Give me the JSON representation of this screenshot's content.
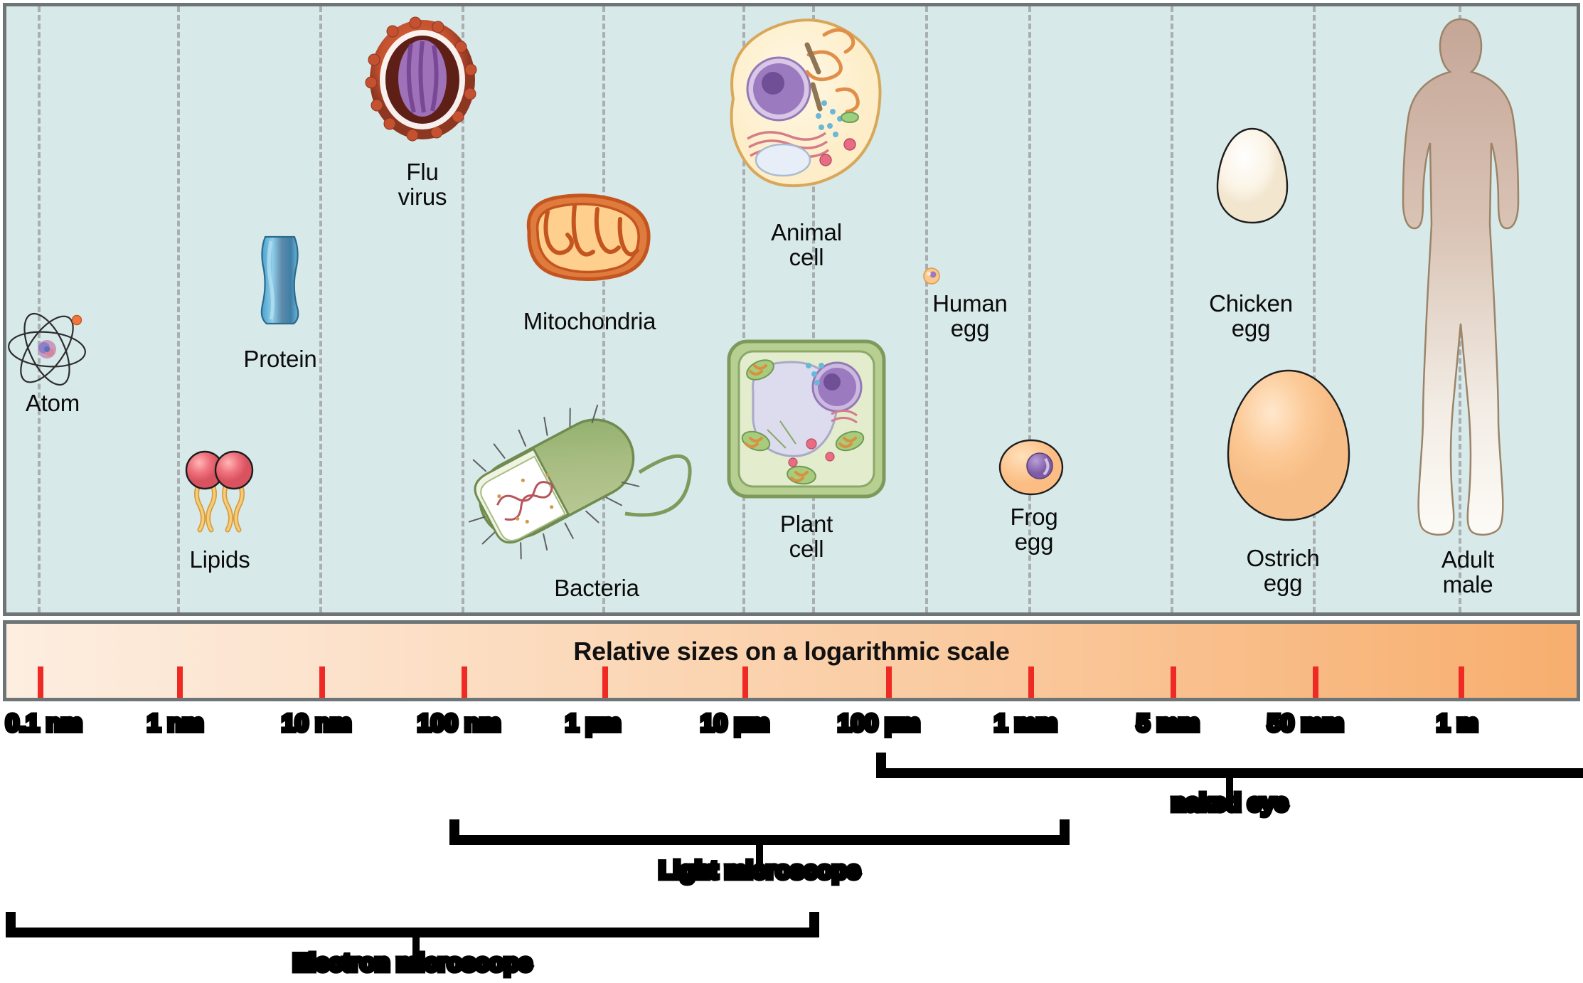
{
  "figure": {
    "title": "Relative sizes on a logarithmic scale",
    "panel_background": "#d8e9e9",
    "panel_border": "#6e7577",
    "gridline_color": "#a9aeb0",
    "tick_color": "#ef2a24",
    "scalebar_gradient_start": "#fdeee0",
    "scalebar_gradient_end": "#f7ae6e"
  },
  "organisms": [
    {
      "name": "atom",
      "label": "Atom"
    },
    {
      "name": "protein",
      "label": "Protein"
    },
    {
      "name": "lipids",
      "label": "Lipids"
    },
    {
      "name": "flu-virus",
      "label": "Flu\nvirus"
    },
    {
      "name": "mitochondria",
      "label": "Mitochondria"
    },
    {
      "name": "bacteria",
      "label": "Bacteria"
    },
    {
      "name": "animal-cell",
      "label": "Animal\ncell"
    },
    {
      "name": "plant-cell",
      "label": "Plant\ncell"
    },
    {
      "name": "human-egg",
      "label": "Human\negg"
    },
    {
      "name": "frog-egg",
      "label": "Frog\negg"
    },
    {
      "name": "chicken-egg",
      "label": "Chicken\negg"
    },
    {
      "name": "ostrich-egg",
      "label": "Ostrich\negg"
    },
    {
      "name": "adult-male",
      "label": "Adult\nmale"
    }
  ],
  "axis": {
    "ticks": [
      {
        "label": "0.1 nm"
      },
      {
        "label": "1 nm"
      },
      {
        "label": "10 nm"
      },
      {
        "label": "100 nm"
      },
      {
        "label": "1 µm"
      },
      {
        "label": "10 µm"
      },
      {
        "label": "100 µm"
      },
      {
        "label": "1 mm"
      },
      {
        "label": "5 mm"
      },
      {
        "label": "50 mm"
      },
      {
        "label": "1 m"
      }
    ]
  },
  "brackets": [
    {
      "name": "naked-eye",
      "label": "naked eye"
    },
    {
      "name": "light-microscope",
      "label": "Light microscope"
    },
    {
      "name": "electron-microscope",
      "label": "Electron microscope"
    }
  ],
  "chart_data": {
    "type": "scatter",
    "title": "Relative sizes on a logarithmic scale",
    "xlabel": "",
    "ylabel": "",
    "scale": "log",
    "xticks": [
      "0.1 nm",
      "1 nm",
      "10 nm",
      "100 nm",
      "1 µm",
      "10 µm",
      "100 µm",
      "1 mm",
      "5 mm",
      "50 mm",
      "1 m"
    ],
    "items": [
      {
        "label": "Atom",
        "size": "0.1 nm"
      },
      {
        "label": "Protein",
        "size": "5 nm"
      },
      {
        "label": "Lipids",
        "size": "2 nm"
      },
      {
        "label": "Flu virus",
        "size": "100 nm"
      },
      {
        "label": "Mitochondria",
        "size": "1 µm"
      },
      {
        "label": "Bacteria",
        "size": "1 µm"
      },
      {
        "label": "Animal cell",
        "size": "10 µm"
      },
      {
        "label": "Plant cell",
        "size": "10 µm"
      },
      {
        "label": "Human egg",
        "size": "100 µm"
      },
      {
        "label": "Frog egg",
        "size": "1 mm"
      },
      {
        "label": "Chicken egg",
        "size": "50 mm"
      },
      {
        "label": "Ostrich egg",
        "size": "50 mm"
      },
      {
        "label": "Adult male",
        "size": "1 m"
      }
    ],
    "ranges": [
      {
        "name": "naked eye",
        "from": "100 µm",
        "to": "1 m"
      },
      {
        "name": "Light microscope",
        "from": "100 nm",
        "to": "1 mm"
      },
      {
        "name": "Electron microscope",
        "from": "0.1 nm",
        "to": "100 µm"
      }
    ],
    "legend_position": "none",
    "grid": true
  }
}
